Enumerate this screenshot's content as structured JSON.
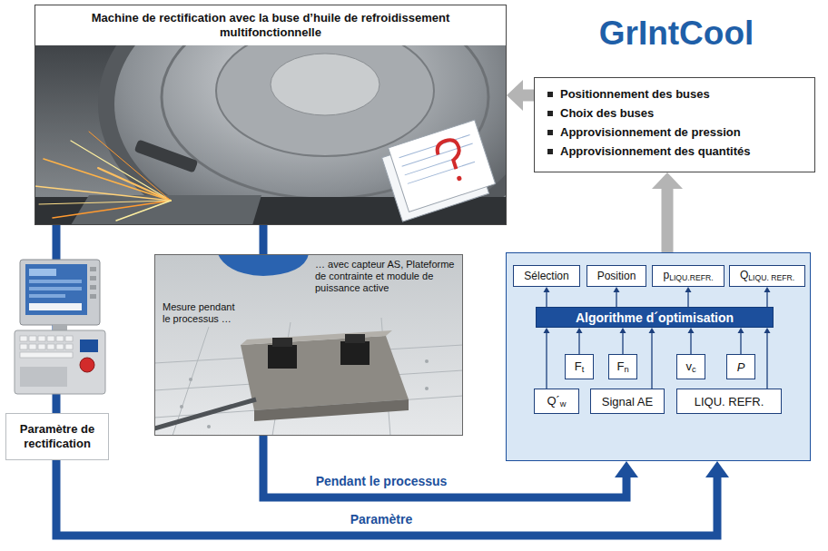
{
  "diagram": {
    "title": "GrIntCool",
    "nodes": [
      {
        "text": [
          "Machine de rectification avec la buse d’huile de refroidissement multifonctionnelle"
        ]
      },
      {
        "text": [
          "Positionnement des buses",
          "Choix des buses",
          "Approvisionnement de pression",
          "Approvisionnement des quantités"
        ]
      },
      {
        "text": [
          "Paramètre de rectification"
        ]
      },
      {
        "text": [
          "… avec capteur AS, Plateforme de contrainte et module de puissance active",
          "Mesure pendant le processus …"
        ]
      },
      {
        "text": []
      },
      {
        "text": [
          "Sélection"
        ],
        "in": 4
      },
      {
        "text": [
          "Position"
        ],
        "in": 4
      },
      {
        "text": [
          "pLIQU.REFR."
        ],
        "in": 4
      },
      {
        "text": [
          "QLIQU. REFR."
        ],
        "in": 4
      },
      {
        "text": [
          "Algorithme d´optimisation"
        ],
        "in": 4
      },
      {
        "text": [
          "Ft"
        ],
        "in": 4
      },
      {
        "text": [
          "Fn"
        ],
        "in": 4
      },
      {
        "text": [
          "vc"
        ],
        "in": 4
      },
      {
        "text": [
          "P"
        ],
        "in": 4
      },
      {
        "text": [
          "Q´w"
        ],
        "in": 4
      },
      {
        "text": [
          "Signal AE"
        ],
        "in": 4
      },
      {
        "text": [
          "LIQU. REFR."
        ],
        "in": 4
      }
    ],
    "edges": [
      {
        "from": 1,
        "to": 0,
        "arrow": "to"
      },
      {
        "from": 4,
        "to": 1,
        "arrow": "to"
      },
      {
        "from": 0,
        "to": 2,
        "arrow": "none"
      },
      {
        "from": 0,
        "to": 3,
        "arrow": "none"
      },
      {
        "from": 3,
        "to": 4,
        "arrow": "to",
        "label": "Pendant le processus"
      },
      {
        "from": 2,
        "to": 4,
        "arrow": "to",
        "label": "Paramètre"
      },
      {
        "from": 10,
        "to": 9,
        "arrow": "to"
      },
      {
        "from": 11,
        "to": 9,
        "arrow": "to"
      },
      {
        "from": 12,
        "to": 9,
        "arrow": "to"
      },
      {
        "from": 13,
        "to": 9,
        "arrow": "to"
      },
      {
        "from": 14,
        "to": 9,
        "arrow": "to"
      },
      {
        "from": 15,
        "to": 9,
        "arrow": "to"
      },
      {
        "from": 16,
        "to": 9,
        "arrow": "to"
      },
      {
        "from": 9,
        "to": 5,
        "arrow": "to"
      },
      {
        "from": 9,
        "to": 6,
        "arrow": "to"
      },
      {
        "from": 9,
        "to": 7,
        "arrow": "to"
      },
      {
        "from": 9,
        "to": 8,
        "arrow": "to"
      }
    ]
  }
}
